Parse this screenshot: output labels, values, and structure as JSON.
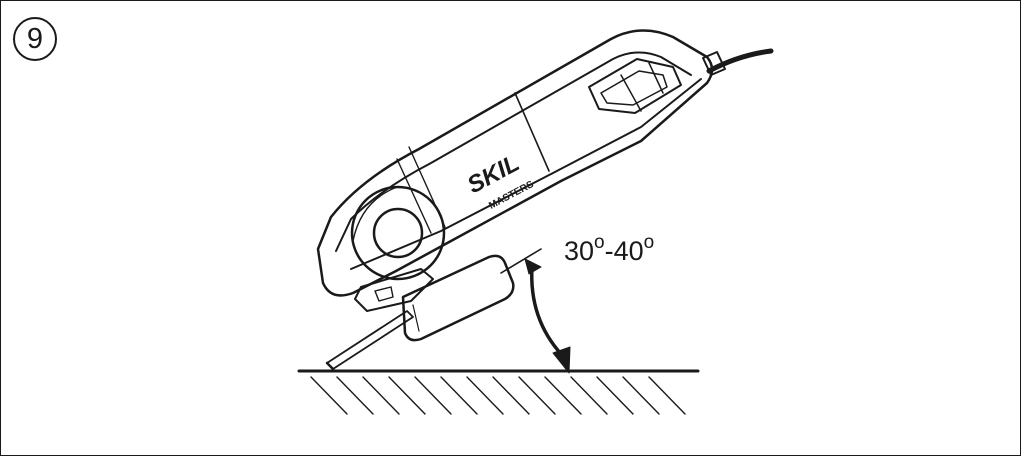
{
  "figure": {
    "step_number": "9",
    "brand_logo": "SKIL",
    "brand_model": "MASTERS",
    "angle_from": "30",
    "angle_to": "40",
    "angle_separator": "-",
    "degree_symbol": "o",
    "icons": [
      "power-tool",
      "angle-arrow",
      "ground-surface"
    ]
  }
}
